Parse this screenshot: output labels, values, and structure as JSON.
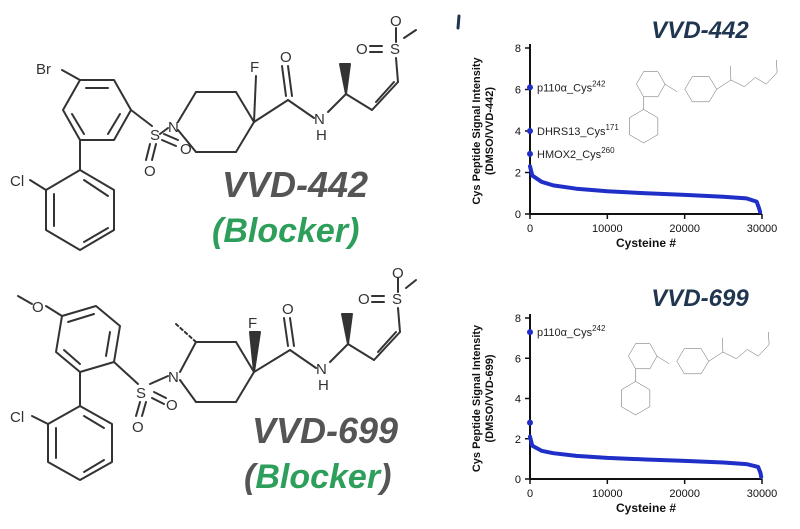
{
  "compounds": [
    {
      "name": "VVD-442",
      "role_open": "(",
      "role_word": "Blocker",
      "role_close": ")",
      "atoms": {
        "br": "Br",
        "cl": "Cl",
        "n": "N",
        "s": "S",
        "o1": "O",
        "o2": "O",
        "f": "F",
        "nh": "H",
        "n_amide": "N",
        "o_amide": "O",
        "s2": "S",
        "o3": "O",
        "o4": "O"
      }
    },
    {
      "name": "VVD-699",
      "role_open": "(",
      "role_word": "Blocker",
      "role_close": ")",
      "atoms": {
        "ome": "O",
        "cl": "Cl",
        "n": "N",
        "s": "S",
        "o1": "O",
        "o2": "O",
        "f": "F",
        "nh": "H",
        "n_amide": "N",
        "o_amide": "O",
        "s2": "S",
        "o3": "O",
        "o4": "O"
      }
    }
  ],
  "colors": {
    "accent_green": "#2e9e5b",
    "series": "#1f2fc8",
    "title_navy": "#1f3550",
    "dark": "#333333"
  },
  "chart_data": [
    {
      "type": "scatter",
      "title": "VVD-442",
      "xlabel": "Cysteine #",
      "ylabel": "Cys Peptide Signal Intensity",
      "ylabel2": "(DMSO/VVD-442)",
      "xlim": [
        0,
        30000
      ],
      "ylim": [
        0,
        8
      ],
      "xticks": [
        0,
        10000,
        20000,
        30000
      ],
      "yticks": [
        0,
        2,
        4,
        6,
        8
      ],
      "curve": [
        [
          0,
          2.3
        ],
        [
          300,
          1.85
        ],
        [
          1500,
          1.55
        ],
        [
          3000,
          1.38
        ],
        [
          6000,
          1.22
        ],
        [
          10000,
          1.1
        ],
        [
          15000,
          1.0
        ],
        [
          20000,
          0.92
        ],
        [
          25000,
          0.83
        ],
        [
          28000,
          0.75
        ],
        [
          29300,
          0.6
        ],
        [
          29600,
          0.3
        ],
        [
          29750,
          0.1
        ]
      ],
      "highlights": [
        {
          "x": 0,
          "y": 6.1,
          "label": "p110α_Cys",
          "sup": "242"
        },
        {
          "x": 0,
          "y": 4.0,
          "label": "DHRS13_Cys",
          "sup": "171"
        },
        {
          "x": 0,
          "y": 2.9,
          "label": "HMOX2_Cys",
          "sup": "260"
        }
      ]
    },
    {
      "type": "scatter",
      "title": "VVD-699",
      "xlabel": "Cysteine #",
      "ylabel": "Cys Peptide Signal Intensity",
      "ylabel2": "(DMSO/VVD-699)",
      "xlim": [
        0,
        30000
      ],
      "ylim": [
        0,
        8
      ],
      "xticks": [
        0,
        10000,
        20000,
        30000
      ],
      "yticks": [
        0,
        2,
        4,
        6,
        8
      ],
      "curve": [
        [
          0,
          2.1
        ],
        [
          300,
          1.65
        ],
        [
          1500,
          1.4
        ],
        [
          3000,
          1.28
        ],
        [
          6000,
          1.15
        ],
        [
          10000,
          1.05
        ],
        [
          15000,
          0.97
        ],
        [
          20000,
          0.9
        ],
        [
          25000,
          0.82
        ],
        [
          28000,
          0.74
        ],
        [
          29500,
          0.6
        ],
        [
          29800,
          0.3
        ],
        [
          29900,
          0.1
        ]
      ],
      "highlights": [
        {
          "x": 0,
          "y": 7.3,
          "label": "p110α_Cys",
          "sup": "242"
        },
        {
          "x": 0,
          "y": 2.8,
          "label": "",
          "sup": ""
        }
      ]
    }
  ]
}
